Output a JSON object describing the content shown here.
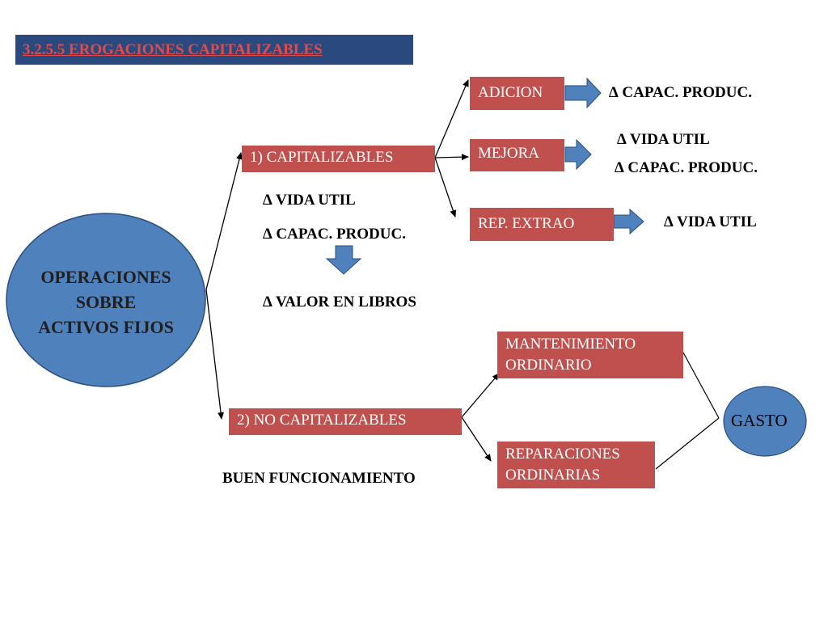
{
  "title": "3.2.5.5 EROGACIONES CAPITALIZABLES",
  "root": {
    "line1": "OPERACIONES",
    "line2": "SOBRE",
    "line3": "ACTIVOS FIJOS"
  },
  "capitalizables": {
    "label": "1) CAPITALIZABLES",
    "effect1": "∆ VIDA UTIL",
    "effect2": "∆ CAPAC. PRODUC.",
    "result": "∆ VALOR EN LIBROS",
    "branches": [
      {
        "label": "ADICION",
        "effects": [
          "∆ CAPAC. PRODUC."
        ]
      },
      {
        "label": "MEJORA",
        "effects": [
          "∆ VIDA UTIL",
          "∆ CAPAC. PRODUC."
        ]
      },
      {
        "label": "REP. EXTRAO",
        "effects": [
          "∆ VIDA UTIL"
        ]
      }
    ]
  },
  "no_capitalizables": {
    "label": "2) NO CAPITALIZABLES",
    "note": "BUEN FUNCIONAMIENTO",
    "branches": [
      {
        "line1": "MANTENIMIENTO",
        "line2": "ORDINARIO"
      },
      {
        "line1": "REPARACIONES",
        "line2": "ORDINARIAS"
      }
    ],
    "outcome": "GASTO"
  },
  "colors": {
    "title_bg": "#2a4a7f",
    "title_text": "#e14b4b",
    "box_fill": "#c0504d",
    "ellipse_fill": "#4f81bd",
    "arrow_fill": "#4f81bd"
  }
}
